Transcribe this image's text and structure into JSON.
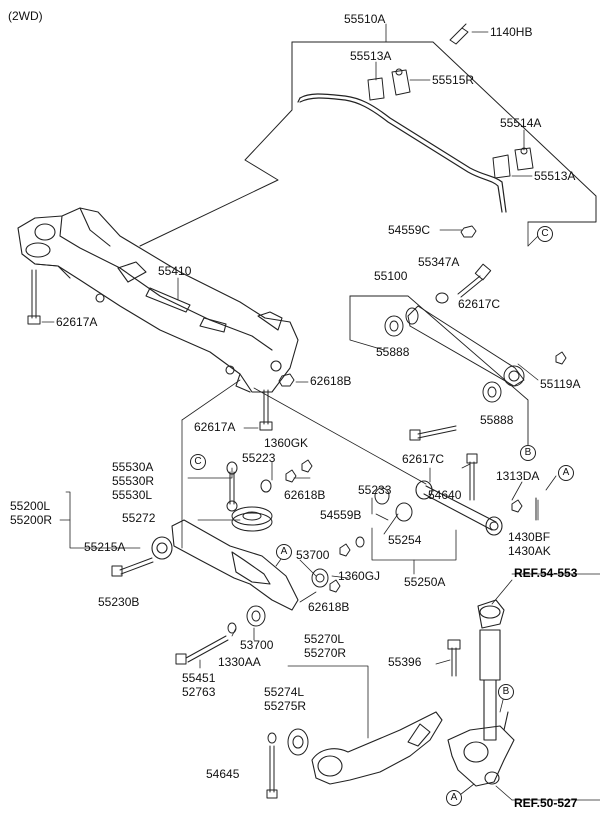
{
  "heading": "(2WD)",
  "labels": {
    "p55510A": "55510A",
    "p1140HB": "1140HB",
    "p55513A_1": "55513A",
    "p55515R": "55515R",
    "p55514A": "55514A",
    "p55513A_2": "55513A",
    "p54559C": "54559C",
    "p55410": "55410",
    "p62617A_1": "62617A",
    "p55100": "55100",
    "p55347A": "55347A",
    "p62617C_1": "62617C",
    "p55888_1": "55888",
    "p55119A": "55119A",
    "p62618B_1": "62618B",
    "p55888_2": "55888",
    "p62617A_2": "62617A",
    "p1360GK": "1360GK",
    "p62617C_2": "62617C",
    "p55223": "55223",
    "p55530A": "55530A",
    "p55530R": "55530R",
    "p55530L": "55530L",
    "p62618B_2": "62618B",
    "p55233": "55233",
    "p54640": "54640",
    "p1313DA": "1313DA",
    "p55200L": "55200L",
    "p55200R": "55200R",
    "p55272": "55272",
    "p54559B": "54559B",
    "p1430BF": "1430BF",
    "p1430AK": "1430AK",
    "p55254": "55254",
    "p55215A": "55215A",
    "p53700_1": "53700",
    "p1360GJ": "1360GJ",
    "p55250A": "55250A",
    "p55230B": "55230B",
    "p62618B_3": "62618B",
    "p53700_2": "53700",
    "p55270L": "55270L",
    "p55270R": "55270R",
    "p1330AA": "1330AA",
    "p55396": "55396",
    "p55451": "55451",
    "p52763": "52763",
    "p55274L": "55274L",
    "p55275R": "55275R",
    "p54645": "54645"
  },
  "refs": {
    "top": "REF.54-553",
    "bottom": "REF.50-527"
  },
  "markers": {
    "c1": "C",
    "c2": "C",
    "b1": "B",
    "b2": "B",
    "a1": "A",
    "a2": "A",
    "a3": "A"
  }
}
